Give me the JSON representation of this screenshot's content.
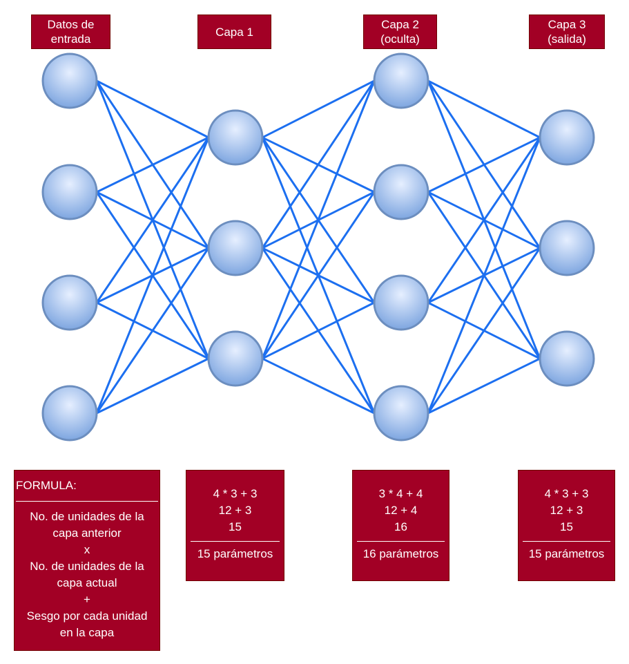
{
  "headers": {
    "input": [
      "Datos de",
      "entrada"
    ],
    "layer1": [
      "Capa 1"
    ],
    "layer2": [
      "Capa 2",
      "(oculta)"
    ],
    "layer3": [
      "Capa 3",
      "(salida)"
    ]
  },
  "layers": [
    {
      "name": "input",
      "units": 4
    },
    {
      "name": "layer1",
      "units": 3
    },
    {
      "name": "layer2",
      "units": 4
    },
    {
      "name": "layer3",
      "units": 3
    }
  ],
  "formula": {
    "title": "FORMULA:",
    "lines": [
      "No. de unidades de la",
      "capa anterior",
      "x",
      "No. de unidades de la",
      "capa actual",
      "+",
      "Sesgo por cada unidad",
      "en la capa"
    ]
  },
  "calculations": [
    {
      "lines": [
        "4 * 3 + 3",
        "12 + 3",
        "15"
      ],
      "result": "15 parámetros"
    },
    {
      "lines": [
        "3 * 4 + 4",
        "12 + 4",
        "16"
      ],
      "result": "16 parámetros"
    },
    {
      "lines": [
        "4 * 3 + 3",
        "12 + 3",
        "15"
      ],
      "result": "15 parámetros"
    }
  ],
  "colors": {
    "box_fill": "#a20025",
    "node_stroke": "#6c8ebf",
    "node_fill_light": "#dae8fc",
    "node_fill_dark": "#7ea6e0",
    "edge": "#1c6ff0"
  }
}
